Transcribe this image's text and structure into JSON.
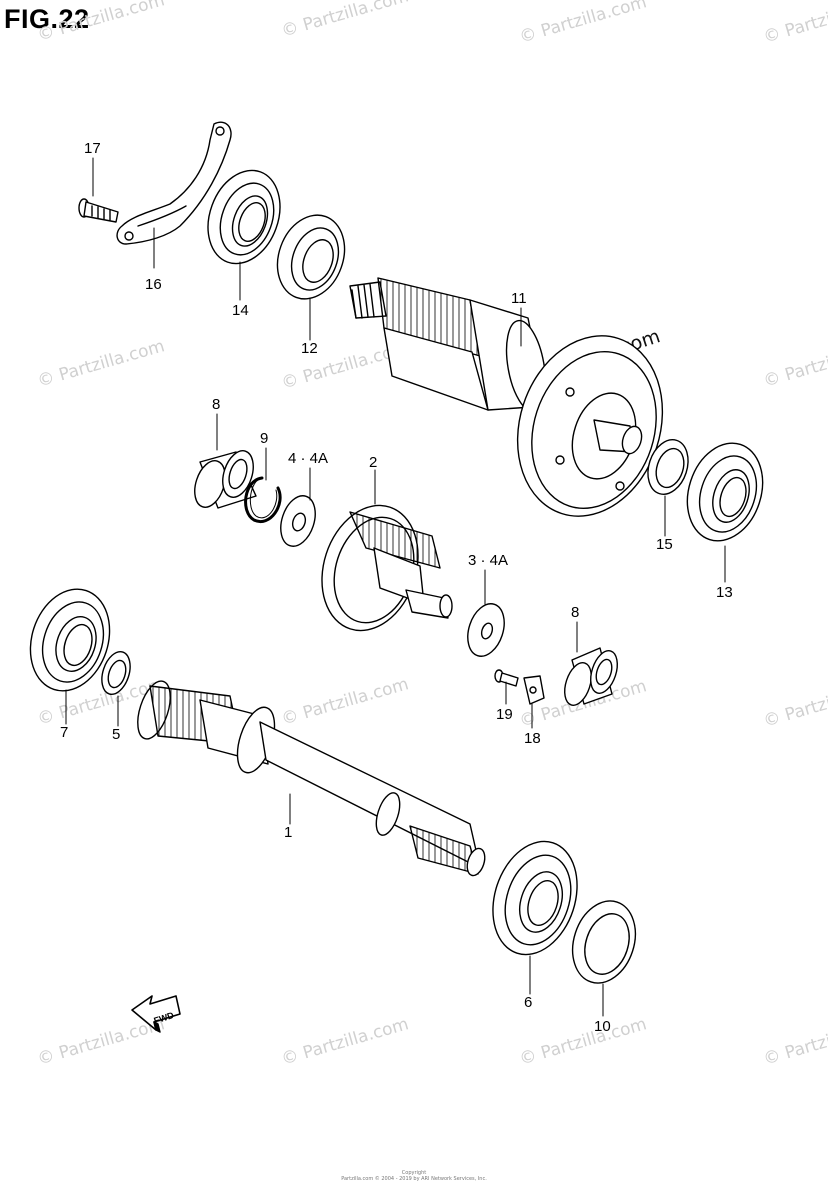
{
  "figure": {
    "title": "FIG.22"
  },
  "watermark": {
    "text": "© Partzilla.com"
  },
  "arrow": {
    "label": "FWD"
  },
  "callouts": {
    "p1": "1",
    "p2": "2",
    "p3": "3 · 4A",
    "p4": "4 · 4A",
    "p5": "5",
    "p6": "6",
    "p7": "7",
    "p8a": "8",
    "p8b": "8",
    "p9": "9",
    "p10": "10",
    "p11": "11",
    "p12": "12",
    "p13": "13",
    "p14": "14",
    "p15": "15",
    "p16": "16",
    "p17": "17",
    "p18": "18",
    "p19": "19"
  },
  "footer": {
    "line1": "Copyright",
    "line2": "Partzilla.com © 2004 - 2019 by ARI Network Services, Inc."
  }
}
